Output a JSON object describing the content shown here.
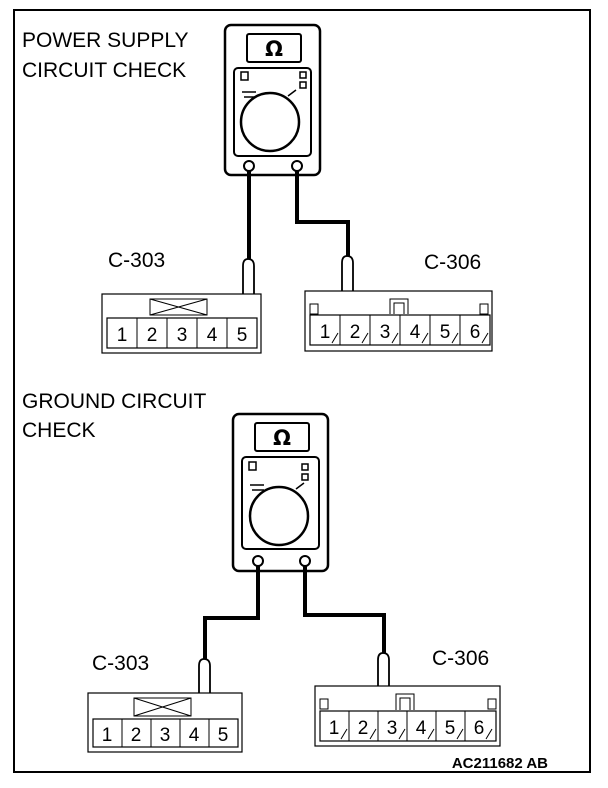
{
  "figure_id": "AC211682 AB",
  "meter_symbol": "Ω",
  "power_check": {
    "title_line1": "POWER SUPPLY",
    "title_line2": "CIRCUIT CHECK",
    "conn_left_label": "C-303",
    "conn_right_label": "C-306",
    "left_pins": [
      "1",
      "2",
      "3",
      "4",
      "5"
    ],
    "right_pins": [
      "1",
      "2",
      "3",
      "4",
      "5",
      "6"
    ],
    "probe_left_pin": "5",
    "probe_right_pin": "2"
  },
  "ground_check": {
    "title_line1": "GROUND CIRCUIT",
    "title_line2": "CHECK",
    "conn_left_label": "C-303",
    "conn_right_label": "C-306",
    "left_pins": [
      "1",
      "2",
      "3",
      "4",
      "5"
    ],
    "right_pins": [
      "1",
      "2",
      "3",
      "4",
      "5",
      "6"
    ],
    "probe_left_pin": "4",
    "probe_right_pin": "3"
  }
}
